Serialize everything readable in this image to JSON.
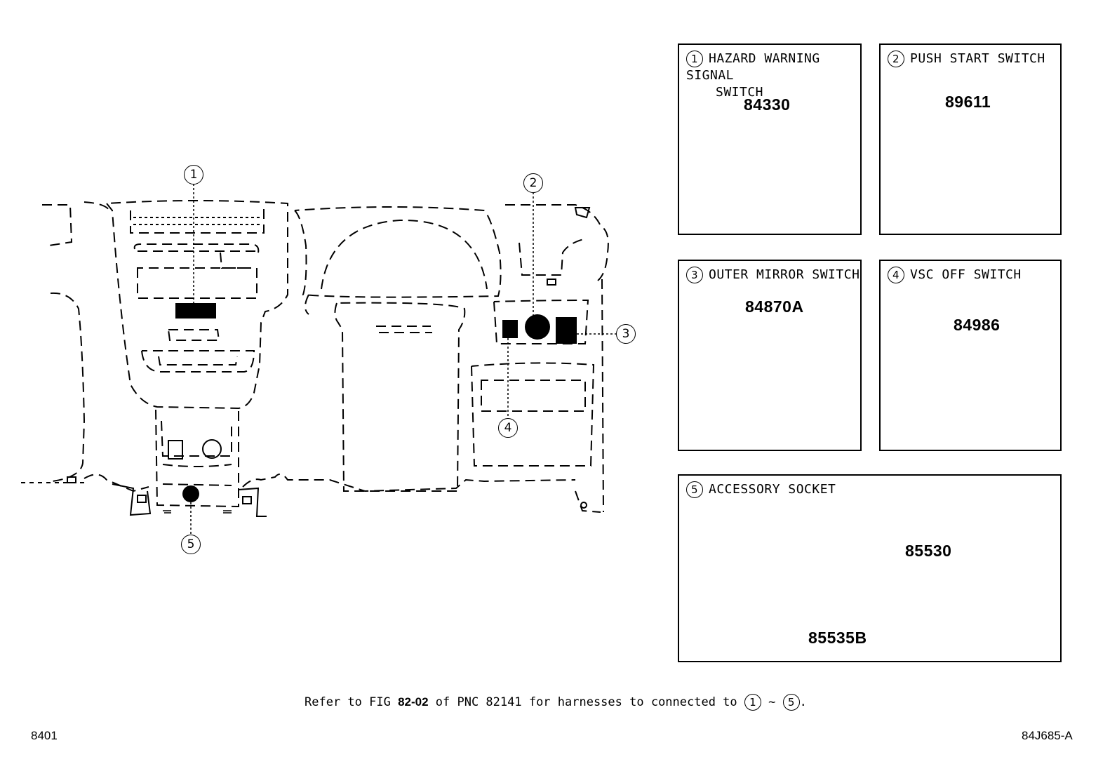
{
  "callouts": [
    "1",
    "2",
    "3",
    "4",
    "5"
  ],
  "panels": [
    {
      "num": "1",
      "title_line1": "HAZARD WARNING SIGNAL",
      "title_line2": "SWITCH",
      "part": "84330"
    },
    {
      "num": "2",
      "title_line1": "PUSH START SWITCH",
      "title_line2": "",
      "part": "89611"
    },
    {
      "num": "3",
      "title_line1": "OUTER MIRROR SWITCH",
      "title_line2": "",
      "part": "84870A"
    },
    {
      "num": "4",
      "title_line1": "VSC OFF SWITCH",
      "title_line2": "",
      "part": "84986"
    },
    {
      "num": "5",
      "title_line1": "ACCESSORY SOCKET",
      "title_line2": "",
      "part": "85530",
      "part2": "85535B"
    }
  ],
  "reference": {
    "prefix": "Refer to FIG ",
    "fig": "82-02",
    "middle": " of PNC 82141 for harnesses to connected to ",
    "from": "1",
    "sep": "~",
    "to": "5",
    "suffix": "."
  },
  "footer": {
    "left": "8401",
    "right": "84J685-A"
  }
}
